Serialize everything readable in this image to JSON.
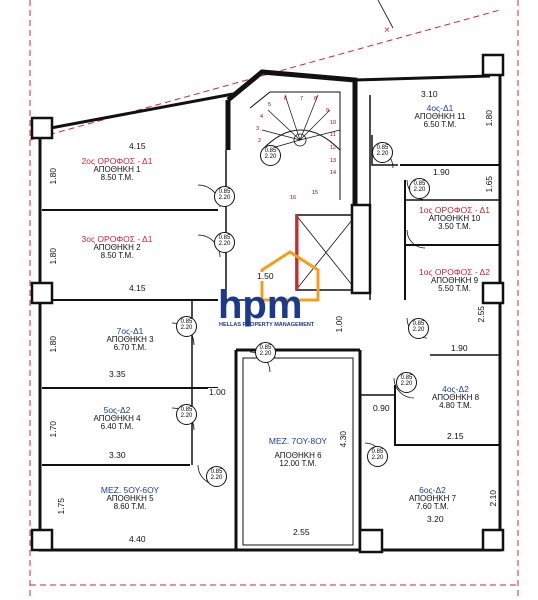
{
  "logo": {
    "initials": "hpm",
    "text": "HELLAS PROPERTY MANAGEMENT"
  },
  "colors": {
    "red_label": "#d0282c",
    "blue_label": "#1b3fa0",
    "walls": "#111111",
    "logo_blue": "#1b3a8c",
    "logo_orange": "#f0a021"
  },
  "rooms": [
    {
      "id": "room-1",
      "title": "2ος ΟΡΟΦΟΣ - Δ1",
      "name": "ΑΠΟΘΗΚΗ 1",
      "area": "8.50 Τ.Μ.",
      "title_color": "red"
    },
    {
      "id": "room-2",
      "title": "3ος ΟΡΟΦΟΣ - Δ1",
      "name": "ΑΠΟΘΗΚΗ 2",
      "area": "8.50 Τ.Μ.",
      "title_color": "red"
    },
    {
      "id": "room-3",
      "title": "7ος-Δ1",
      "name": "ΑΠΟΘΗΚΗ 3",
      "area": "6.70 Τ.Μ.",
      "title_color": "blue"
    },
    {
      "id": "room-4",
      "title": "5ος-Δ2",
      "name": "ΑΠΟΘΗΚΗ 4",
      "area": "6.40 Τ.Μ.",
      "title_color": "blue"
    },
    {
      "id": "room-5",
      "title": "ΜΕΖ. 5ΟΥ-6ΟΥ",
      "name": "ΑΠΟΘΗΚΗ 5",
      "area": "8.60 Τ.Μ.",
      "title_color": "blue"
    },
    {
      "id": "room-6",
      "title": "ΜΕΖ. 7ΟΥ-8ΟΥ",
      "name": "ΑΠΟΘΗΚΗ 6",
      "area": "12.00 Τ.Μ.",
      "title_color": "blue"
    },
    {
      "id": "room-7",
      "title": "6ος-Δ2",
      "name": "ΑΠΟΘΗΚΗ 7",
      "area": "7.60 Τ.Μ.",
      "title_color": "blue"
    },
    {
      "id": "room-8",
      "title": "4ος-Δ2",
      "name": "ΑΠΟΘΗΚΗ 8",
      "area": "4.80 Τ.Μ.",
      "title_color": "blue"
    },
    {
      "id": "room-9",
      "title": "1ος ΟΡΟΦΟΣ - Δ2",
      "name": "ΑΠΟΘΗΚΗ 9",
      "area": "5.50 Τ.Μ.",
      "title_color": "red"
    },
    {
      "id": "room-10",
      "title": "1ος ΟΡΟΦΟΣ - Δ1",
      "name": "ΑΠΟΘΗΚΗ 10",
      "area": "3.50 Τ.Μ.",
      "title_color": "red"
    },
    {
      "id": "room-11",
      "title": "4ος-Δ1",
      "name": "ΑΠΟΘΗΚΗ 11",
      "area": "6.50 Τ.Μ.",
      "title_color": "blue"
    }
  ],
  "door": {
    "width": "0.85",
    "height": "2.20"
  },
  "dimensions": {
    "h1": "4.15",
    "h2": "4.15",
    "h3": "3.35",
    "h4": "3.30",
    "h5": "4.40",
    "h6": "2.55",
    "h7": "1.50",
    "h8": "1.00",
    "h9": "0.90",
    "h10": "3.10",
    "h11": "1.90",
    "h12": "1.90",
    "h13": "2.15",
    "h14": "3.20",
    "v1": "1.80",
    "v2": "1.80",
    "v3": "1.80",
    "v4": "1.70",
    "v5": "1.75",
    "v6": "1.00",
    "v7": "4.30",
    "v8": "1.80",
    "v9": "1.65",
    "v10": "2.55",
    "v11": "2.10"
  },
  "stair_numbers": [
    "1",
    "2",
    "3",
    "4",
    "5",
    "6",
    "7",
    "8",
    "9",
    "10",
    "11",
    "12",
    "13",
    "14",
    "15",
    "16"
  ]
}
